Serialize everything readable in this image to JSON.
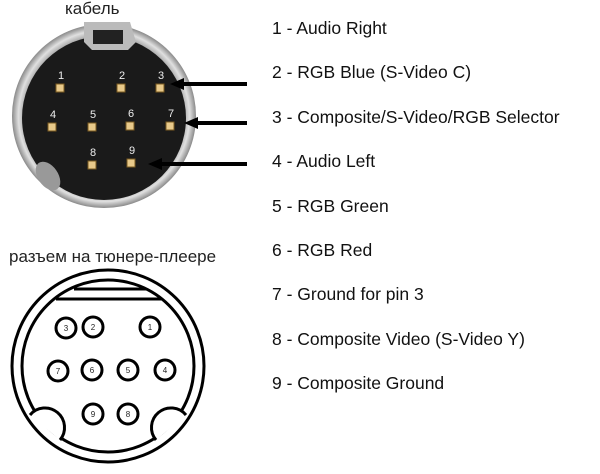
{
  "captions": {
    "cable": "кабель",
    "socket": "разъем на тюнере-плеере"
  },
  "photo_pins": [
    "1",
    "2",
    "3",
    "4",
    "5",
    "6",
    "7",
    "8",
    "9"
  ],
  "diagram_pins": [
    "1",
    "2",
    "3",
    "4",
    "5",
    "6",
    "7",
    "8",
    "9"
  ],
  "pinout": [
    "1 - Audio Right",
    "2 - RGB Blue (S-Video C)",
    "3 - Composite/S-Video/RGB Selector",
    "4 - Audio Left",
    "5 - RGB Green",
    "6 - RGB Red",
    "7 - Ground for pin 3",
    "8 - Composite Video (S-Video Y)",
    "9 - Composite Ground"
  ]
}
